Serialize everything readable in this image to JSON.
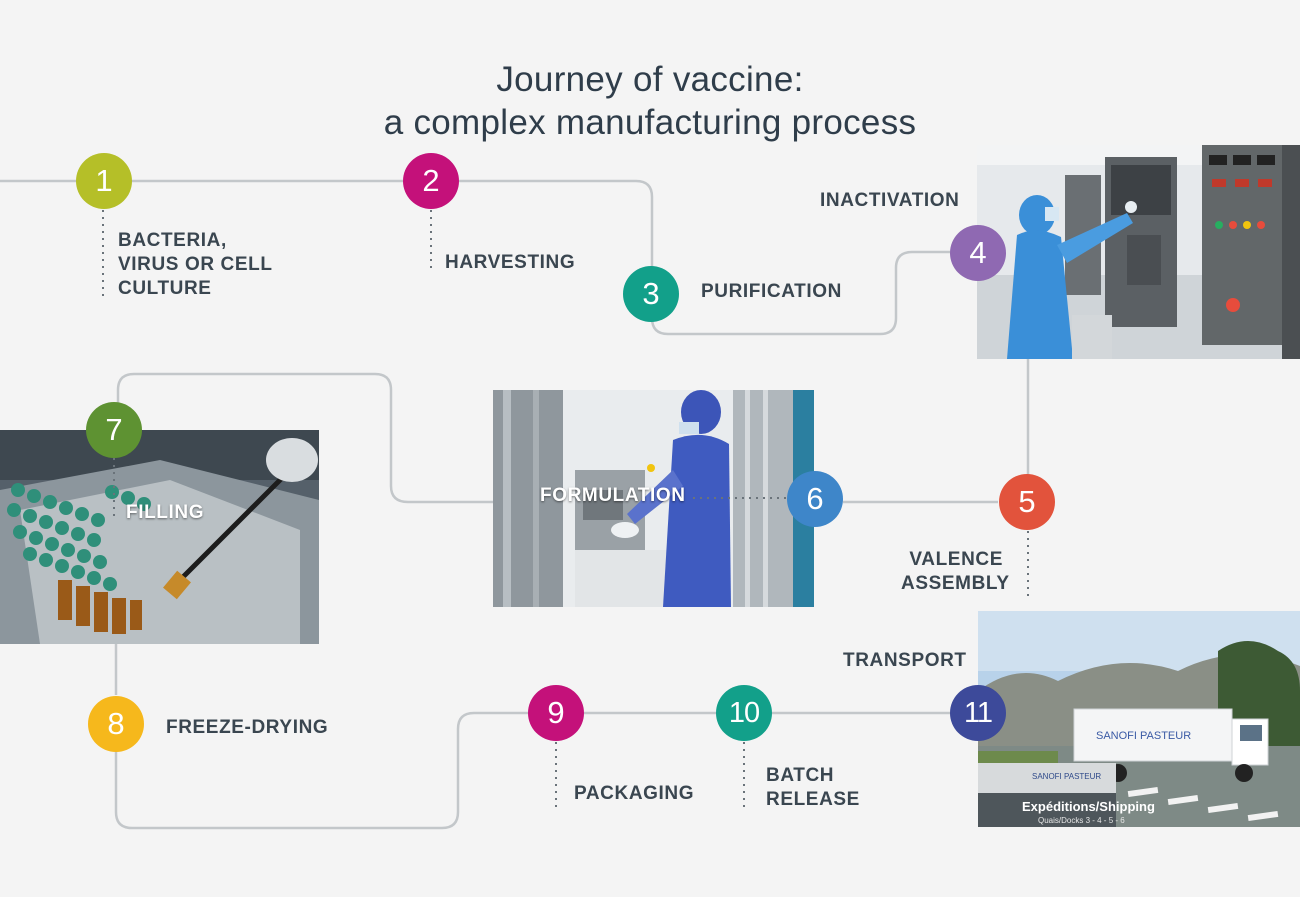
{
  "title": {
    "line1": "Journey of vaccine:",
    "line2": "a complex manufacturing process"
  },
  "colors": {
    "background": "#f4f4f4",
    "path_line": "#c3c7ca",
    "text": "#3a4650",
    "step1": "#b5bf28",
    "step2": "#c4117a",
    "step3": "#12a08a",
    "step4": "#8f69b2",
    "step5": "#e2533c",
    "step6": "#3e86c9",
    "step7": "#5e9232",
    "step8": "#f6b81c",
    "step9": "#c4117a",
    "step10": "#12a08a",
    "step11": "#3d4a9a"
  },
  "steps": [
    {
      "number": "1",
      "label_lines": [
        "BACTERIA,",
        "VIRUS OR CELL",
        "CULTURE"
      ]
    },
    {
      "number": "2",
      "label_lines": [
        "HARVESTING"
      ]
    },
    {
      "number": "3",
      "label_lines": [
        "PURIFICATION"
      ]
    },
    {
      "number": "4",
      "label_lines": [
        "INACTIVATION"
      ]
    },
    {
      "number": "5",
      "label_lines": [
        "VALENCE",
        "ASSEMBLY"
      ]
    },
    {
      "number": "6",
      "label_lines": [
        "FORMULATION"
      ]
    },
    {
      "number": "7",
      "label_lines": [
        "FILLING"
      ]
    },
    {
      "number": "8",
      "label_lines": [
        "FREEZE-DRYING"
      ]
    },
    {
      "number": "9",
      "label_lines": [
        "PACKAGING"
      ]
    },
    {
      "number": "10",
      "label_lines": [
        "BATCH",
        "RELEASE"
      ]
    },
    {
      "number": "11",
      "label_lines": [
        "TRANSPORT"
      ]
    }
  ],
  "photos": {
    "inactivation": "technician-at-control-panel-photo",
    "formulation": "technician-in-cleanroom-photo",
    "filling": "vials-with-tweezers-photo",
    "transport": "sanofi-pasteur-truck-photo",
    "truck_brand": "SANOFI PASTEUR",
    "sign_brand": "SANOFI PASTEUR",
    "sign_text": "Expéditions/Shipping",
    "sign_sub": "Quais/Docks 3 - 4 - 5 - 6"
  }
}
